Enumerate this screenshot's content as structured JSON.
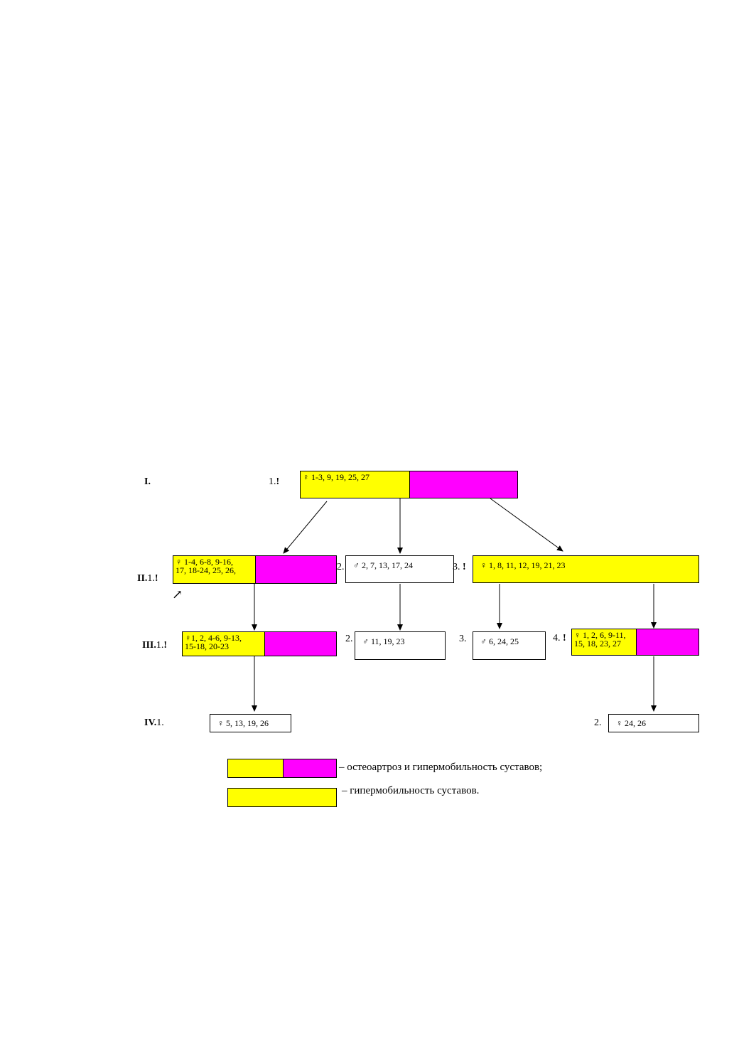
{
  "generations": {
    "g1": "I.",
    "g2": "II.",
    "g3": "III.",
    "g4": "IV."
  },
  "nodes": {
    "n1": {
      "label": "1.",
      "mark": "!",
      "text": "♀ 1-3, 9, 19, 25, 27",
      "type": "osteo_hyper"
    },
    "n21": {
      "label": "1.",
      "mark": "!",
      "text": "♀ 1-4, 6-8, 9-16,\n17, 18-24, 25, 26,",
      "type": "osteo_hyper"
    },
    "n22": {
      "label": "2.",
      "mark": "",
      "text": "♂ 2, 7, 13, 17, 24",
      "type": "none"
    },
    "n23": {
      "label": "3.",
      "mark": "!",
      "text": "♀ 1, 8, 11, 12, 19, 21, 23",
      "type": "hyper"
    },
    "n31": {
      "label": "1.",
      "mark": "!",
      "text": "♀1, 2, 4-6, 9-13,\n15-18, 20-23",
      "type": "osteo_hyper"
    },
    "n32": {
      "label": "2.",
      "mark": "",
      "text": "♂ 11, 19, 23",
      "type": "none"
    },
    "n33": {
      "label": "3.",
      "mark": "",
      "text": "♂ 6, 24, 25",
      "type": "none"
    },
    "n34": {
      "label": "4.",
      "mark": "!",
      "text": "♀ 1, 2, 6, 9-11,\n15, 18, 23, 27",
      "type": "osteo_hyper"
    },
    "n41": {
      "label": "1.",
      "mark": "",
      "text": "♀ 5, 13, 19, 26",
      "type": "none"
    },
    "n42": {
      "label": "2.",
      "mark": "",
      "text": "♀ 24, 26",
      "type": "none"
    }
  },
  "proband_arrow": "↗",
  "legend": {
    "osteo_hyper": "– остеоартроз и гипермобильность суставов;",
    "hyper": "– гипермобильность суставов."
  },
  "colors": {
    "hypermobility": "#ffff00",
    "osteoarthrosis": "#ff00ff"
  }
}
